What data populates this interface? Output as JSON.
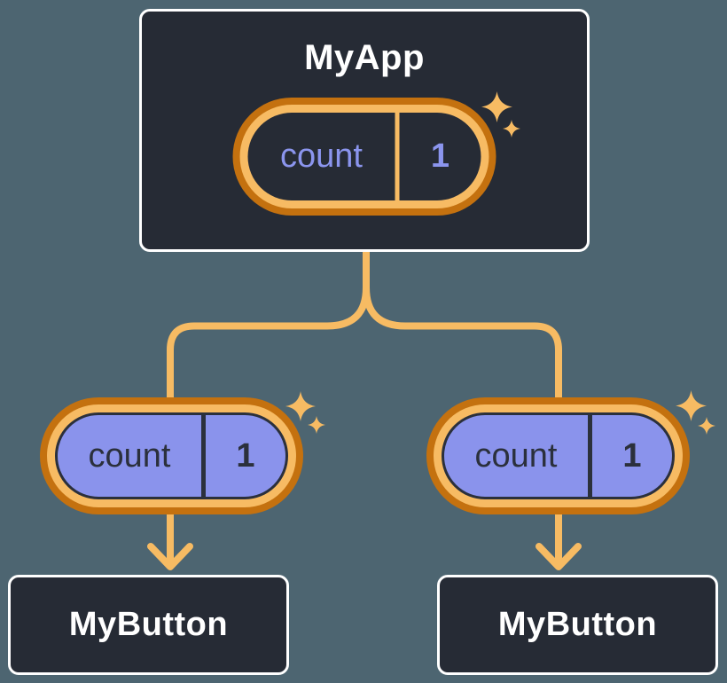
{
  "diagram": {
    "description": "component state tree",
    "root": {
      "title": "MyApp",
      "state_pill": {
        "name": "count",
        "value": "1"
      }
    },
    "children": [
      {
        "title": "MyButton",
        "state_pill": {
          "name": "count",
          "value": "1"
        }
      },
      {
        "title": "MyButton",
        "state_pill": {
          "name": "count",
          "value": "1"
        }
      }
    ],
    "icons": {
      "sparkle": "✦"
    },
    "colors": {
      "canvas_bg": "#4D6571",
      "node_fill": "#262B35",
      "node_border": "#FFFFFF",
      "title_text": "#FFFFFF",
      "connector": "#F7BB63",
      "pill_ring_outer": "#C4710F",
      "pill_ring_inner": "#F7BB63",
      "pill_fill_root": "#262B35",
      "pill_text_root": "#8B95EE",
      "pill_fill_child": "#8A93EC",
      "pill_text_child": "#2B303C"
    }
  }
}
